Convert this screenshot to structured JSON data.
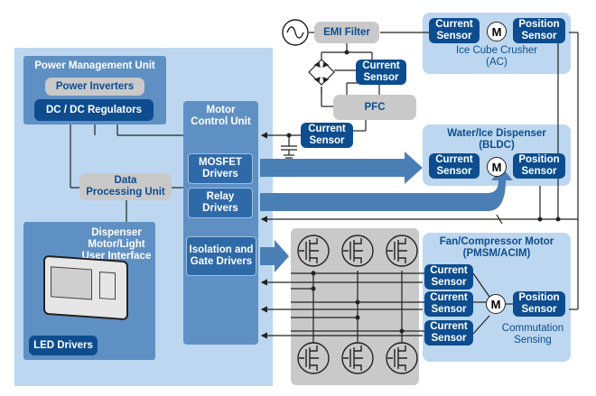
{
  "power_management": {
    "title": "Power Management Unit",
    "inverters": "Power Inverters",
    "regulators": "DC / DC Regulators"
  },
  "data_processing": {
    "label": "Data\nProcessing Unit"
  },
  "dispenser_ui": {
    "title": "Dispenser\nMotor/Light\nUser Interface",
    "led_drivers": "LED Drivers"
  },
  "motor_control": {
    "title": "Motor\nControl Unit",
    "mosfet": "MOSFET\nDrivers",
    "relay": "Relay\nDrivers",
    "isolation": "Isolation and\nGate Drivers"
  },
  "ac_path": {
    "emi_filter": "EMI Filter",
    "current_sensor_bridge": "Current\nSensor",
    "pfc": "PFC",
    "current_sensor_pfc": "Current\nSensor"
  },
  "ice_cube_crusher": {
    "title": "Ice Cube Crusher\n(AC)",
    "current_sensor": "Current\nSensor",
    "motor": "M",
    "position_sensor": "Position\nSensor"
  },
  "water_ice_dispenser": {
    "title": "Water/Ice Dispenser\n(BLDC)",
    "current_sensor": "Current\nSensor",
    "motor": "M",
    "position_sensor": "Position\nSensor"
  },
  "fan_compressor": {
    "title": "Fan/Compressor Motor\n(PMSM/ACIM)",
    "current_sensor_1": "Current\nSensor",
    "current_sensor_2": "Current\nSensor",
    "current_sensor_3": "Current\nSensor",
    "motor": "M",
    "position_sensor": "Position\nSensor",
    "commutation": "Commutation\nSensing"
  },
  "colors": {
    "panel": "#bcd7ef",
    "dark_blue": "#0d4d8f",
    "mcu_blue": "#5f90c4",
    "grey": "#c9c9c9",
    "arrow": "#4a7fb5"
  }
}
